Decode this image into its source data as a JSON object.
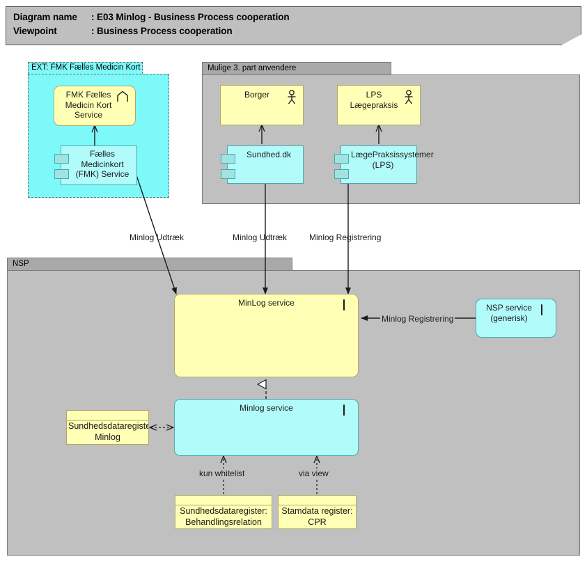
{
  "title": {
    "name_key": "Diagram name",
    "name_sep": ": E03 Minlog - Business Process cooperation",
    "viewpoint_key": "Viewpoint",
    "viewpoint_sep": ": Business Process cooperation"
  },
  "groups": {
    "fmk": {
      "label": "EXT: FMK Fælles Medicin Kort"
    },
    "third_party": {
      "label": "Mulige 3. part anvendere"
    },
    "nsp": {
      "label": "NSP"
    }
  },
  "nodes": {
    "fmk_service": {
      "label": "FMK Fælles Medicin Kort Service",
      "icon": "chevron-icon"
    },
    "fmk_component": {
      "label": "Fælles Medicinkort (FMK) Service",
      "icon": "component-icon"
    },
    "borger": {
      "label": "Borger",
      "icon": "actor-icon"
    },
    "lps_laegepraksis": {
      "label": "LPS Lægepraksis",
      "icon": "actor-icon"
    },
    "sundheddk": {
      "label": "Sundhed.dk",
      "icon": "component-icon"
    },
    "lps_system": {
      "label": "LægePraksissystemer (LPS)",
      "icon": "component-icon"
    },
    "minlog_service_yellow": {
      "label": "MinLog service",
      "icon": "service-icon"
    },
    "nsp_service": {
      "label": "NSP service (generisk)",
      "icon": "service-icon"
    },
    "minlog_service_cyan": {
      "label": "Minlog service",
      "icon": "service-icon"
    },
    "sdr_minlog": {
      "label": "Sundhedsdataregister: Minlog"
    },
    "sdr_behandlingsrelation": {
      "label": "Sundhedsdataregister: Behandlingsrelation"
    },
    "stamdata_cpr": {
      "label": "Stamdata register: CPR"
    }
  },
  "edges": {
    "fmk_to_minlog": {
      "label": "Minlog Udtræk"
    },
    "sundheddk_to_minlog": {
      "label": "Minlog Udtræk"
    },
    "lps_to_minlog": {
      "label": "Minlog Registrering"
    },
    "nspservice_to_minlog": {
      "label": "Minlog Registrering"
    },
    "behandlingsrelation_to_minlog": {
      "label": "kun whitelist"
    },
    "cpr_to_minlog": {
      "label": "via view"
    }
  },
  "colors": {
    "title_bg": "#bfbfbf",
    "group_header": "#a9a9a9",
    "group_body": "#c0c0c0",
    "yellow_fill": "#ffffb5",
    "yellow_border": "#b0a86a",
    "cyan_fill": "#b2fbfb",
    "cyan_border": "#4aaaaa",
    "fmk_group_fill": "#7ef9f9",
    "line": "#1a1a1a"
  }
}
